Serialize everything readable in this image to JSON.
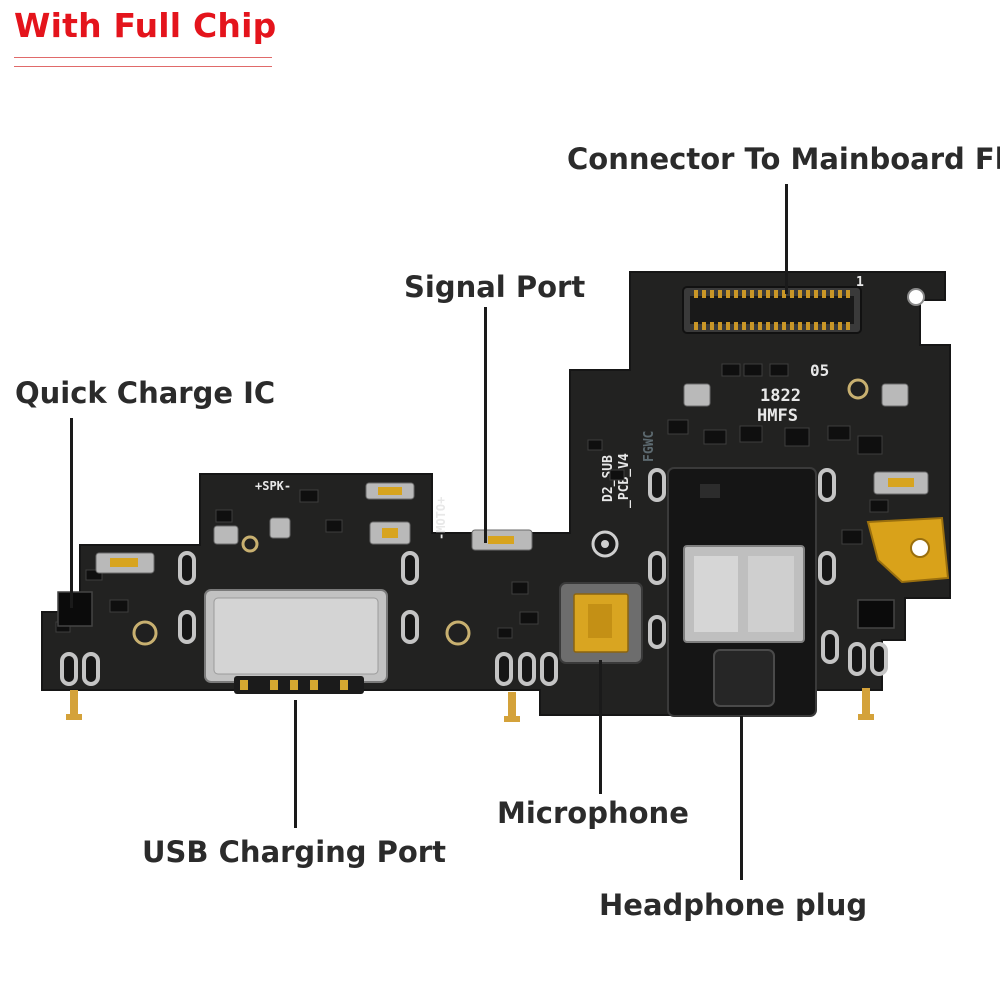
{
  "header": {
    "title": "With Full Chip"
  },
  "labels": {
    "connector": "Connector To Mainboard Fle",
    "signal_port": "Signal Port",
    "quick_charge_ic": "Quick Charge IC",
    "usb_port": "USB Charging Port",
    "microphone": "Microphone",
    "headphone_plug": "Headphone plug"
  },
  "silkscreen": {
    "pin_one": "1",
    "code_a": "05",
    "code_b": "1822",
    "code_c": "HMFS",
    "board_id_1": "D2_SUB",
    "board_id_2": "_PCB_V4",
    "board_id_3": "FGWC",
    "speaker_mark": "+SPK-",
    "motor_mark": "-MOTO+"
  },
  "colors": {
    "title": "#e4141c",
    "label_text": "#2b2b2b",
    "board": "#222221",
    "gold": "#d9a21a",
    "metal": "#b7b7b7"
  }
}
